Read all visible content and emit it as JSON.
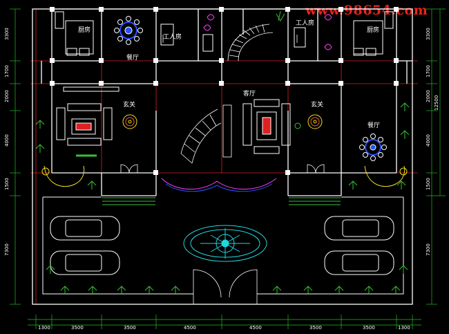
{
  "watermark": "www.98654.com",
  "rooms": {
    "kitchen_left": "厨房",
    "dining_left": "餐厅",
    "servant_left": "工人房",
    "servant_right": "工人房",
    "kitchen_right": "厨房",
    "foyer_left": "玄关",
    "living": "客厅",
    "foyer_right": "玄关",
    "dining_right": "餐厅"
  },
  "dims_bottom": [
    "1300",
    "3500",
    "3500",
    "4500",
    "4500",
    "3500",
    "3500",
    "1300"
  ],
  "dims_left": [
    "3300",
    "1700",
    "2000",
    "4000",
    "1500",
    "7300"
  ],
  "dims_right": [
    "3300",
    "1700",
    "2000",
    "4000",
    "1500",
    "7300"
  ],
  "dims_right_total": "12500",
  "colors": {
    "wall": "#ffffff",
    "axis": "#e02020",
    "dim_line": "#20c020",
    "furniture": "#ffffff",
    "table": "#2850ff",
    "plant": "#38c038",
    "flower": "#ff40ff",
    "accent_yellow": "#f0e020",
    "cyan": "#20d8e0",
    "watermark": "#e8241c"
  }
}
